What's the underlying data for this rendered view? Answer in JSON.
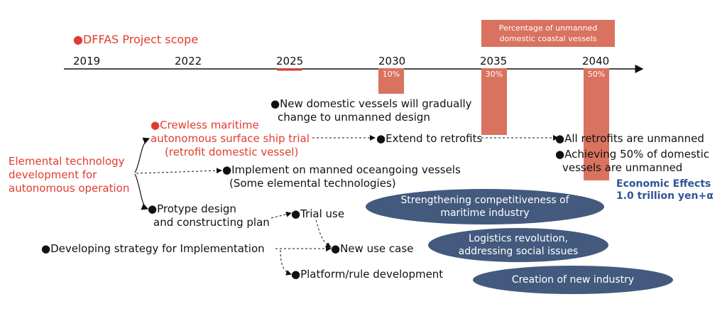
{
  "title": "●DFFAS Project scope",
  "timeline": {
    "years": [
      "2019",
      "2022",
      "2025",
      "2030",
      "2035",
      "2040"
    ]
  },
  "legend": "Percentage of unmanned domestic coastal vessels",
  "bars": [
    {
      "year": "2030",
      "value": 10,
      "label": "10%"
    },
    {
      "year": "2035",
      "value": 30,
      "label": "30%"
    },
    {
      "year": "2040",
      "value": 50,
      "label": "50%"
    }
  ],
  "nodes": {
    "elemental": "Elemental technology development for autonomous operation",
    "crewless_1": "●Crewless maritime",
    "crewless_2": "autonomous surface ship trial",
    "crewless_3": "(retrofit domestic vessel)",
    "new_domestic_1": "●New domestic vessels will gradually",
    "new_domestic_2": "change to unmanned design",
    "extend": "●Extend to retrofits",
    "all_retrofits": "●All retrofits are unmanned",
    "achieving_1": "●Achieving 50% of domestic",
    "achieving_2": "vessels are unmanned",
    "implement_1": "●Implement on manned oceangoing vessels",
    "implement_2": "(Some elemental technologies)",
    "prototype_1": "●Protype design",
    "prototype_2": "and constructing plan",
    "trial_use": "●Trial use",
    "strategy": "●Developing strategy for Implementation",
    "new_use_case": "●New use case",
    "platform": "●Platform/rule development"
  },
  "effects": {
    "title": "Economic Effects",
    "value": "1.0 trillion yen+α",
    "items": [
      "Strengthening competitiveness of maritime industry",
      "Logistics revolution, addressing social issues",
      "Creation of new industry"
    ]
  },
  "colors": {
    "accent_red": "#e03c31",
    "bar": "#d9725f",
    "ellipse": "#435a7e",
    "effects_text": "#2e5597"
  }
}
